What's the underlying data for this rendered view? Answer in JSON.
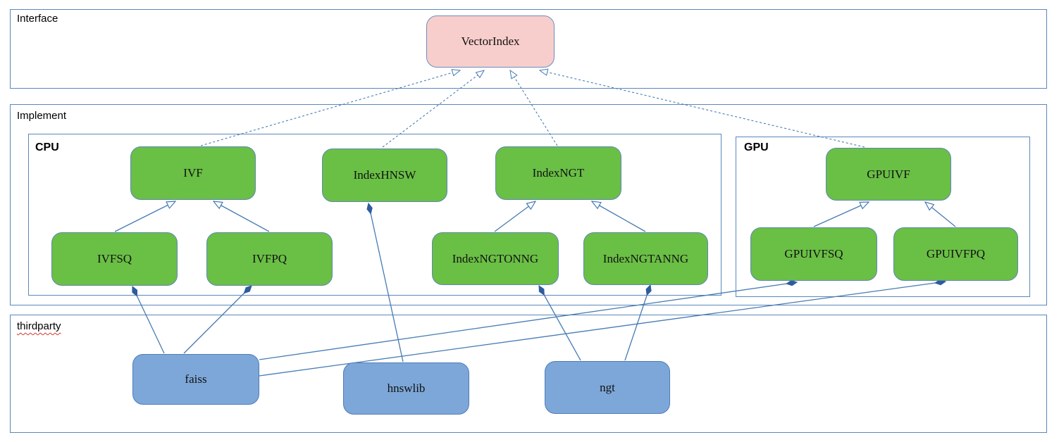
{
  "diagram": {
    "containers": {
      "interface": {
        "label": "Interface"
      },
      "implement": {
        "label": "Implement"
      },
      "cpu": {
        "label": "CPU"
      },
      "gpu": {
        "label": "GPU"
      },
      "thirdparty": {
        "label": "thirdparty"
      }
    },
    "nodes": {
      "vectorindex": {
        "label": "VectorIndex",
        "kind": "interface"
      },
      "ivf": {
        "label": "IVF",
        "kind": "cpu-class"
      },
      "indexhnsw": {
        "label": "IndexHNSW",
        "kind": "cpu-class"
      },
      "indexngt": {
        "label": "IndexNGT",
        "kind": "cpu-class"
      },
      "gpuivf": {
        "label": "GPUIVF",
        "kind": "gpu-class"
      },
      "ivfsq": {
        "label": "IVFSQ",
        "kind": "cpu-class"
      },
      "ivfpq": {
        "label": "IVFPQ",
        "kind": "cpu-class"
      },
      "indexngtonng": {
        "label": "IndexNGTONNG",
        "kind": "cpu-class"
      },
      "indexngtanng": {
        "label": "IndexNGTANNG",
        "kind": "cpu-class"
      },
      "gpuivfsq": {
        "label": "GPUIVFSQ",
        "kind": "gpu-class"
      },
      "gpuivfpq": {
        "label": "GPUIVFPQ",
        "kind": "gpu-class"
      },
      "faiss": {
        "label": "faiss",
        "kind": "thirdparty-lib"
      },
      "hnswlib": {
        "label": "hnswlib",
        "kind": "thirdparty-lib"
      },
      "ngt": {
        "label": "ngt",
        "kind": "thirdparty-lib"
      }
    },
    "edges": [
      {
        "from": "IVF",
        "to": "VectorIndex",
        "type": "realization-dashed"
      },
      {
        "from": "IndexHNSW",
        "to": "VectorIndex",
        "type": "realization-dashed"
      },
      {
        "from": "IndexNGT",
        "to": "VectorIndex",
        "type": "realization-dashed"
      },
      {
        "from": "GPUIVF",
        "to": "VectorIndex",
        "type": "realization-dashed"
      },
      {
        "from": "IVFSQ",
        "to": "IVF",
        "type": "inheritance"
      },
      {
        "from": "IVFPQ",
        "to": "IVF",
        "type": "inheritance"
      },
      {
        "from": "IndexNGTONNG",
        "to": "IndexNGT",
        "type": "inheritance"
      },
      {
        "from": "IndexNGTANNG",
        "to": "IndexNGT",
        "type": "inheritance"
      },
      {
        "from": "GPUIVFSQ",
        "to": "GPUIVF",
        "type": "inheritance"
      },
      {
        "from": "GPUIVFPQ",
        "to": "GPUIVF",
        "type": "inheritance"
      },
      {
        "from": "faiss",
        "to": "IVFSQ",
        "type": "composition"
      },
      {
        "from": "faiss",
        "to": "IVFPQ",
        "type": "composition"
      },
      {
        "from": "faiss",
        "to": "GPUIVFSQ",
        "type": "composition"
      },
      {
        "from": "faiss",
        "to": "GPUIVFPQ",
        "type": "composition"
      },
      {
        "from": "hnswlib",
        "to": "IndexHNSW",
        "type": "composition"
      },
      {
        "from": "ngt",
        "to": "IndexNGTONNG",
        "type": "composition"
      },
      {
        "from": "ngt",
        "to": "IndexNGTANNG",
        "type": "composition"
      }
    ],
    "colors": {
      "class_green": "#6abf45",
      "interface_pink": "#f8cecc",
      "thirdparty_blue": "#7da7d8",
      "line_blue": "#467bb3",
      "container_border_blue": "#5b87bb",
      "spellcheck_red": "#d23a2e"
    }
  }
}
